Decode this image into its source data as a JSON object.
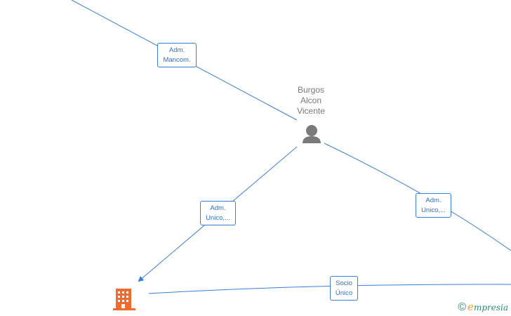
{
  "colors": {
    "edge": "#3a7fd5",
    "label_text": "#2f6fc8",
    "person_icon": "#7a7a7a",
    "company_icon": "#f26b2e",
    "brand": "#2a8a7a",
    "brand_accent": "#f0a020"
  },
  "nodes": {
    "person": {
      "name_lines": [
        "Burgos",
        "Alcon",
        "Vicente"
      ],
      "icon": "person-icon"
    },
    "company": {
      "icon": "building-icon"
    }
  },
  "edges": [
    {
      "id": "edge-adm-mancom",
      "label_lines": [
        "Adm.",
        "Mancom."
      ]
    },
    {
      "id": "edge-adm-unico-left",
      "label_lines": [
        "Adm.",
        "Unico,..."
      ]
    },
    {
      "id": "edge-adm-unico-right",
      "label_lines": [
        "Adm.",
        "Unico,..."
      ]
    },
    {
      "id": "edge-socio-unico",
      "label_lines": [
        "Socio",
        "Único"
      ]
    }
  ],
  "footer": {
    "copyright_symbol": "©",
    "brand_first": "e",
    "brand_rest": "mpresia"
  }
}
